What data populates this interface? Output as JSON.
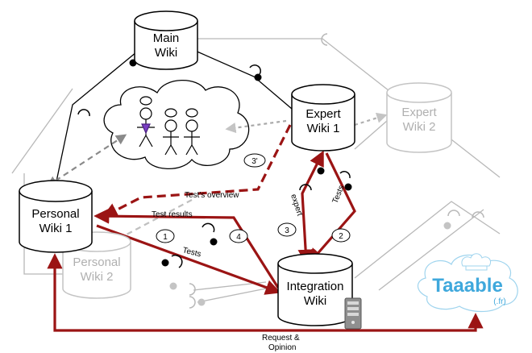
{
  "nodes": {
    "main_wiki": {
      "line1": "Main",
      "line2": "Wiki"
    },
    "expert_wiki_1": {
      "line1": "Expert",
      "line2": "Wiki 1"
    },
    "expert_wiki_2": {
      "line1": "Expert",
      "line2": "Wiki 2"
    },
    "personal_wiki_1": {
      "line1": "Personal",
      "line2": "Wiki 1"
    },
    "personal_wiki_2": {
      "line1": "Personal",
      "line2": "Wiki 2"
    },
    "integration_wiki": {
      "line1": "Integration",
      "line2": "Wiki"
    }
  },
  "edge_labels": {
    "tests_overview": "Test's overview",
    "test_results": "Test results",
    "tests_left": "Tests",
    "expert": "expert",
    "tests_right": "Tests",
    "request_opinion_1": "Request &",
    "request_opinion_2": "Opinion"
  },
  "steps": {
    "s1": "1",
    "s2": "2",
    "s3": "3",
    "s3p": "3'",
    "s4": "4"
  },
  "logo": {
    "name": "Taaable",
    "suffix": "(.fr)"
  },
  "colors": {
    "accent_red": "#9b1414",
    "gray_line": "#b8b8b8",
    "dash_gray": "#8a8a8a",
    "logo_blue": "#3fa8dc",
    "faded_text": "#b0b0b0"
  }
}
